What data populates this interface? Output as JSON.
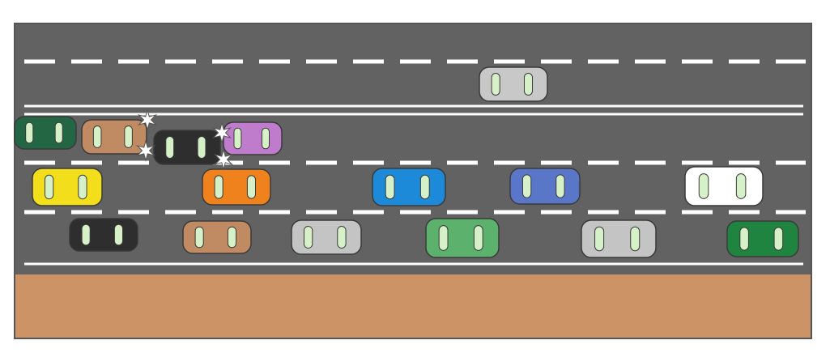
{
  "scene": {
    "road_color": "#626262",
    "shoulder_color": "#cc9466",
    "border_color": "#555555",
    "marking_color": "#ffffff",
    "window_color": "#d6f0c8"
  },
  "cars": [
    {
      "name": "car-gray-top-lane",
      "color": "#c8c8c8",
      "crashed": false
    },
    {
      "name": "car-dark-green-left",
      "color": "#226644",
      "crashed": false
    },
    {
      "name": "car-tan-collision",
      "color": "#c08a63",
      "crashed": true
    },
    {
      "name": "car-black-collision",
      "color": "#2e2e2e",
      "crashed": true
    },
    {
      "name": "car-purple-collision",
      "color": "#c07ccc",
      "crashed": true
    },
    {
      "name": "car-yellow",
      "color": "#f2de1a",
      "crashed": false
    },
    {
      "name": "car-orange",
      "color": "#f0821e",
      "crashed": false
    },
    {
      "name": "car-blue",
      "color": "#1c8ad8",
      "crashed": false
    },
    {
      "name": "car-slate-blue",
      "color": "#5a76c8",
      "crashed": false
    },
    {
      "name": "car-white",
      "color": "#ffffff",
      "crashed": false
    },
    {
      "name": "car-black-bottom",
      "color": "#2e2e2e",
      "crashed": false
    },
    {
      "name": "car-tan-bottom",
      "color": "#c08a63",
      "crashed": false
    },
    {
      "name": "car-light-gray-bottom",
      "color": "#c4c4c4",
      "crashed": false
    },
    {
      "name": "car-light-green",
      "color": "#5cb26c",
      "crashed": false
    },
    {
      "name": "car-gray-bottom-right",
      "color": "#c4c4c4",
      "crashed": false
    },
    {
      "name": "car-green-right",
      "color": "#1e8440",
      "crashed": false
    }
  ],
  "impact_icon": "star-burst-icon"
}
